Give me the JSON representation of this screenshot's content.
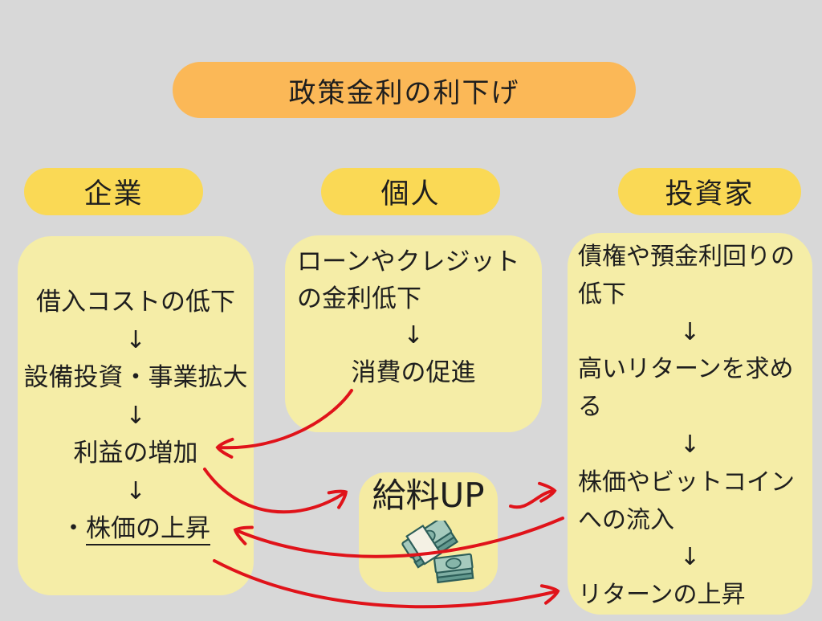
{
  "title": "政策金利の利下げ",
  "colors": {
    "background": "#D8D8D8",
    "title_pill": "#FBB857",
    "header_pill": "#FAD955",
    "content_box": "#F5EDA7",
    "text": "#1E1E1E",
    "arrow": "#E0131A",
    "money_teal": "#A6CABD"
  },
  "columns": [
    {
      "header": "企業",
      "rows": {
        "r0": "借入コストの低下",
        "r1": "↓",
        "r2": "設備投資・事業拡大",
        "r3": "↓",
        "r4": "利益の増加",
        "r5": "↓",
        "r6": {
          "bullet": "・",
          "text": "株価の上昇"
        }
      }
    },
    {
      "header": "個人",
      "rows": {
        "r0": "ローンやクレジット",
        "r1": "の金利低下",
        "r2": "↓",
        "r3": "消費の促進"
      }
    },
    {
      "header": "投資家",
      "rows": {
        "r0": "債権や預金利回りの",
        "r1": "低下",
        "r2": "↓",
        "r3": "高いリターンを求め",
        "r4": "る",
        "r5": "↓",
        "r6": "株価やビットコイン",
        "r7": "への流入",
        "r8": "↓",
        "r9": "リターンの上昇"
      }
    }
  ],
  "salary_box": {
    "label": "給料UP",
    "icon": "money-stack-icon"
  },
  "arrows": [
    {
      "name": "consumption-to-profit",
      "from": "消費の促進",
      "to": "利益の増加",
      "color": "#E0131A"
    },
    {
      "name": "profit-to-salary",
      "from": "利益の増加",
      "to": "給料UP",
      "color": "#E0131A"
    },
    {
      "name": "salary-to-stock-inflow",
      "from": "給料UP",
      "to": "株価やビットコインへの流入",
      "color": "#E0131A"
    },
    {
      "name": "stock-inflow-to-stock-rise",
      "from": "株価やビットコインへの流入",
      "to": "株価の上昇",
      "color": "#E0131A"
    },
    {
      "name": "stock-rise-to-return-rise",
      "from": "株価の上昇",
      "to": "リターンの上昇",
      "color": "#E0131A"
    }
  ]
}
